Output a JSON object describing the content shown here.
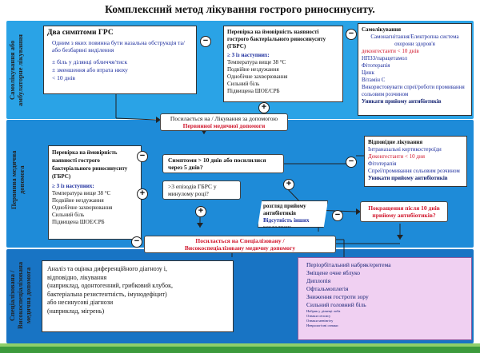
{
  "title": "Комплексний метод лікування гострого риносинуситу.",
  "colors": {
    "band_top": "#2aa3e6",
    "band_mid": "#1e8bd8",
    "band_bot": "#1874c4",
    "accent_red": "#d0142a",
    "accent_blue": "#1a2b9c",
    "pink": "#f0d0f2"
  },
  "sides": {
    "top": "Самолікування або амбулаторне лікування",
    "mid": "Первинна медична допомога",
    "bot": "Спеціалізована / Високоспеціалізована медична допомога"
  },
  "box_a": {
    "title": "Два симптоми ГРС",
    "lines": [
      "Одним з яких повинна бути назальна обструкція та/або безбарвні виділення",
      "± біль у ділянці обличчя/тиск",
      "± зменшення або втрата нюху",
      "< 10 днів"
    ]
  },
  "box_b": {
    "title": "Перевірка на ймовірність наявності гострого бактеріального риносинуситу (ГБРС)",
    "sub": "≥ 3 із наступних:",
    "lines": [
      "Температура вище 38 °C",
      "Подвійне нездужання",
      "Однобічне захворювання",
      "Сильний біль",
      "Підвищена ШОЕ/СРБ"
    ]
  },
  "box_c": {
    "title": "Самолікування",
    "lines": [
      "Самонагнітання/Електропна система охорони здоров'я",
      "деконгестанти < 10 днів",
      "НПЗЗ/парацетамол",
      "Фітотерапія",
      "Цинк",
      "Вітамін С",
      "Використовувати спреї/роботи промивання сольовим розчином"
    ],
    "footer": "Уникати прийому антибіотиків"
  },
  "pill_refer1": {
    "line1": "Посилається на / Лікування за допомогою",
    "line2": "Первинної медичної допомоги"
  },
  "box_d": {
    "title": "Перевірка на ймовірність наявності гострого бактеріального риносинуситу (ГБРС)",
    "sub": "≥ 3 із наступних:",
    "lines": [
      "Температура вище 38 °C",
      "Подвійне нездужання",
      "Однобічне захворювання",
      "Сильний біль",
      "Підвищена ШОЕ/СРБ"
    ]
  },
  "pill_symptoms": "Симптоми > 10 днів або посилилися через 5 днів?",
  "pill_episodes": ">3 епізодів ГБРС у минулому році?",
  "box_e": {
    "title": "Відповідне лікування",
    "lines": [
      "Інтраназальні кортикостероїди",
      "Деконгестанти < 10 дня",
      "Фітотерапія",
      "Спреї/промивання сольовим розчином"
    ],
    "footer": "Уникати прийому антибіотиків"
  },
  "hex_antibiotics": {
    "line1": "розгляд прийому",
    "line2": "антибіотиків",
    "line3": "Відсутність інших",
    "line4": "ускладнень"
  },
  "pill_noimprove": "Покращення після 10 днів прийому антибіотиків?",
  "pill_refer2": {
    "line1": "Посилається на Спеціалізовану /",
    "line2": "Високоспеціалізовану медичну допомогу"
  },
  "box_f": {
    "lines": [
      "Аналіз та оцінка диференційного діагнозу і,",
      "відповідно, лікування",
      "(наприклад, одонтогенний, грибковий клубок,",
      "бактеріальна резистентність, імунодефіцит)",
      "або несинусові діагнози",
      "(наприклад, мігрень)"
    ]
  },
  "box_g": {
    "lines": [
      "Періорбітальний набряк/еритема",
      "Зміщене очне яблуко",
      "Диплопія",
      "Офтальмоплегія",
      "Зниження гостроти зору",
      "Сильний головний біль",
      "Набряк у ділянці лоба",
      "Ознаки сепсису",
      "Ознаки менінгіту",
      "Неврологічні ознаки"
    ]
  },
  "signs": {
    "plus": "+",
    "minus": "−"
  }
}
